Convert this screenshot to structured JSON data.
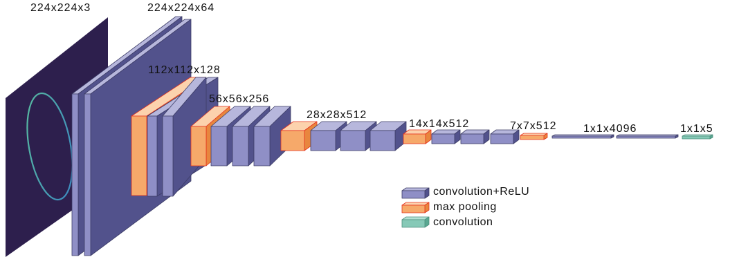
{
  "diagram": {
    "labels": {
      "input": "224x224x3",
      "block1": "224x224x64",
      "block2": "112x112x128",
      "block3": "56x56x256",
      "block4": "28x28x512",
      "block5": "14x14x512",
      "pool5": "7x7x512",
      "fc": "1x1x4096",
      "output": "1x1x5"
    },
    "legend": [
      {
        "label": "convolution+ReLU",
        "color": "#8c8cc0"
      },
      {
        "label": "max pooling",
        "color": "#f6a96a"
      },
      {
        "label": "convolution",
        "color": "#7ec6b3"
      }
    ],
    "colors": {
      "conv": "#8f8fc6",
      "conv_side": "#52528c",
      "conv_top": "#b7b7dc",
      "pool": "#f6a96a",
      "pool_side": "#e8863e",
      "pool_top": "#fcd2ad",
      "pool_edge": "#e5321e",
      "output": "#86c9b7",
      "input_bg": "#2d1f4d"
    }
  }
}
